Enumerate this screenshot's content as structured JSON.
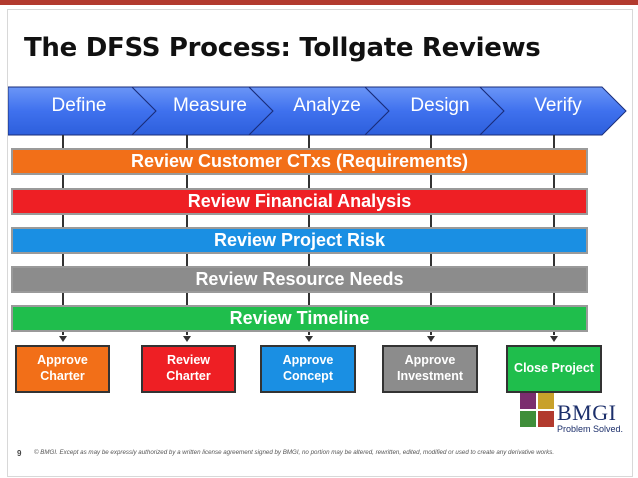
{
  "slide": {
    "title": "The DFSS Process: Tollgate Reviews",
    "page_number": "9",
    "footer_notice": "© BMGI. Except as may be expressly authorized by a written license agreement signed by BMGI, no portion may be altered, rewritten, edited, modified or used to create any derivative works."
  },
  "phases": [
    "Define",
    "Measure",
    "Analyze",
    "Design",
    "Verify"
  ],
  "reviews": [
    {
      "label": "Review Customer CTxs (Requirements)",
      "color": "#f26f18"
    },
    {
      "label": "Review Financial Analysis",
      "color": "#ee1f24"
    },
    {
      "label": "Review Project Risk",
      "color": "#1a8fe3"
    },
    {
      "label": "Review Resource Needs",
      "color": "#8c8c8c"
    },
    {
      "label": "Review Timeline",
      "color": "#1fbe4c"
    }
  ],
  "tollgates": [
    {
      "label": "Approve\nCharter",
      "color": "#f26f18"
    },
    {
      "label": "Review\nCharter",
      "color": "#ee1f24"
    },
    {
      "label": "Approve\nConcept",
      "color": "#1a8fe3"
    },
    {
      "label": "Approve\nInvestment",
      "color": "#8c8c8c"
    },
    {
      "label": "Close Project",
      "color": "#1fbe4c"
    }
  ],
  "logo": {
    "name": "BMGI",
    "tagline": "Problem Solved."
  },
  "colors": {
    "phase_fill": "#3f71ee",
    "phase_fill_light": "#5c8af5",
    "accent": "#b23a2e"
  }
}
